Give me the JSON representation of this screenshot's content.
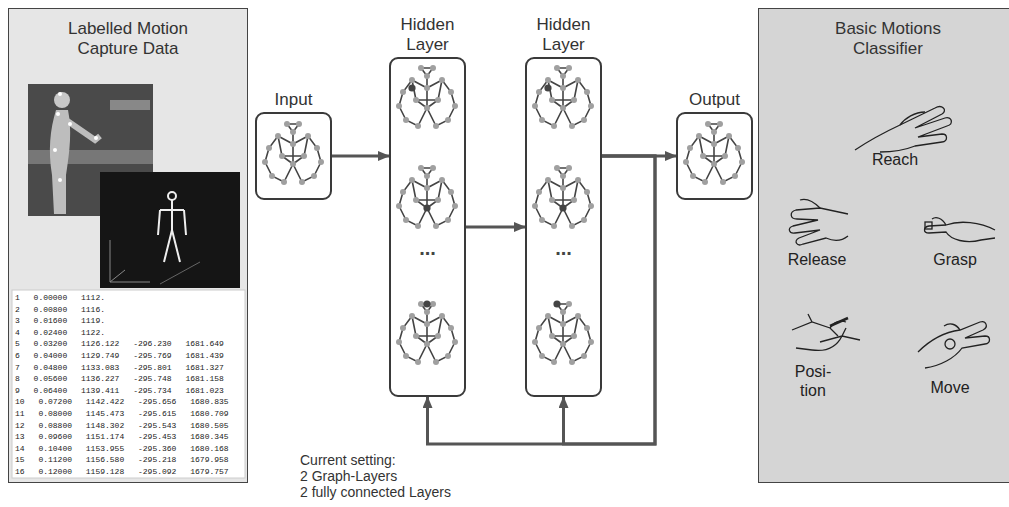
{
  "diagram": {
    "nodes": [
      {
        "text": [
          "Labelled Motion Capture Data"
        ]
      },
      {
        "text": [
          "Input"
        ]
      },
      {
        "text": [
          "Hidden Layer"
        ]
      },
      {
        "text": [
          "Hidden Layer"
        ]
      },
      {
        "text": [
          "Output"
        ]
      },
      {
        "text": [
          "Basic Motions Classifier"
        ]
      }
    ],
    "edges": [
      {
        "from": 1,
        "to": 2,
        "arrow": "to"
      },
      {
        "from": 2,
        "to": 3,
        "arrow": "to"
      },
      {
        "from": 3,
        "to": 4,
        "arrow": "to"
      },
      {
        "from": 3,
        "to": 2,
        "arrow": "to"
      },
      {
        "from": 3,
        "to": 3,
        "arrow": "to"
      }
    ],
    "labels": [
      "...",
      "...",
      "Reach",
      "Release",
      "Grasp",
      "Posi- tion",
      "Move",
      "Current setting:",
      "2 Graph-Layers",
      "2 fully connected Layers",
      "1 0.00000 1112.",
      "2 0.00800 1116.",
      "3 0.01600 1119.",
      "4 0.02400 1122.",
      "5 0.03200 1126.122 -296.230 1681.649",
      "6 0.04000 1129.749 -295.769 1681.439",
      "7 0.04800 1133.083 -295.801 1681.327",
      "8 0.05600 1136.227 -295.748 1681.158",
      "9 0.06400 1139.411 -295.734 1681.023",
      "10 0.07200 1142.422 -295.656 1680.835",
      "11 0.08000 1145.473 -295.615 1680.709",
      "12 0.08800 1148.302 -295.543 1680.505",
      "13 0.09600 1151.174 -295.453 1680.345",
      "14 0.10400 1153.955 -295.360 1680.168",
      "15 0.11200 1156.580 -295.218 1679.958",
      "16 0.12000 1159.128 -295.092 1679.757"
    ]
  }
}
